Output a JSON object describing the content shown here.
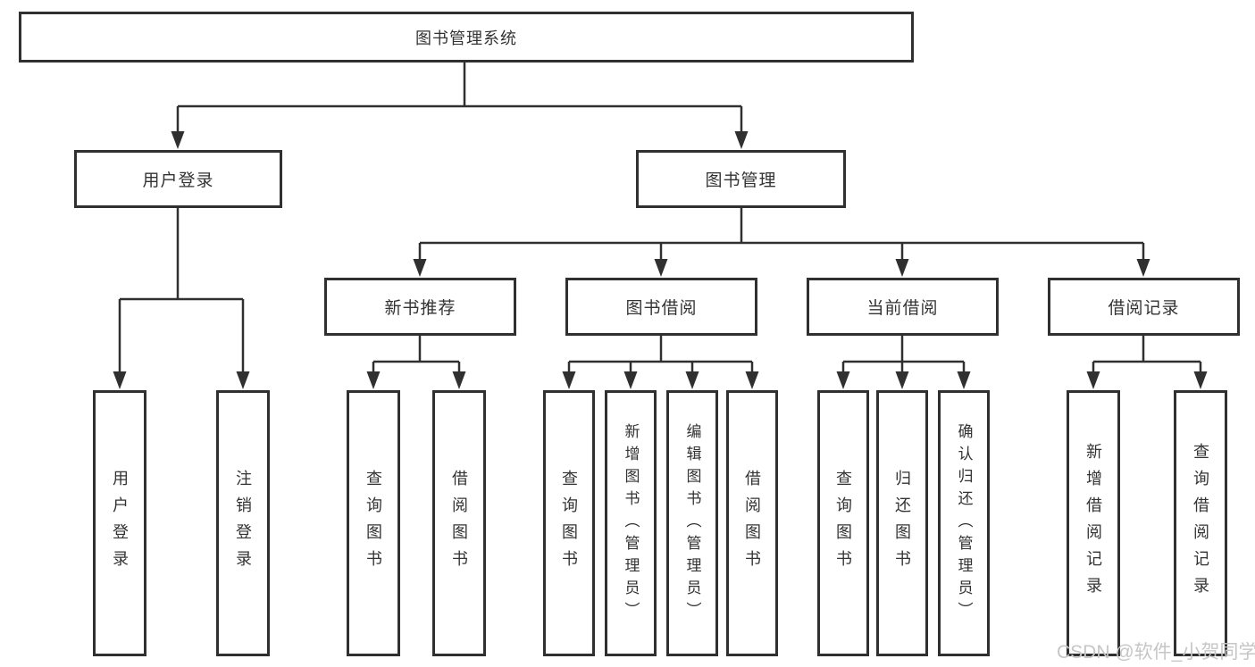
{
  "diagram": {
    "title": "图书管理系统",
    "branches": {
      "user_login": {
        "label": "用户登录",
        "children": [
          "用户登录",
          "注销登录"
        ]
      },
      "book_management": {
        "label": "图书管理",
        "sections": [
          {
            "label": "新书推荐",
            "children": [
              "查询图书",
              "借阅图书"
            ]
          },
          {
            "label": "图书借阅",
            "children": [
              "查询图书",
              "新增图书（管理员）",
              "编辑图书（管理员）",
              "借阅图书"
            ]
          },
          {
            "label": "当前借阅",
            "children": [
              "查询图书",
              "归还图书",
              "确认归还（管理员）"
            ]
          },
          {
            "label": "借阅记录",
            "children": [
              "新增借阅记录",
              "查询借阅记录"
            ]
          }
        ]
      }
    }
  },
  "watermark": {
    "text": "CSDN @软件_小贺同学",
    "color": "#c6c6c6"
  },
  "colors": {
    "line": "#303030",
    "text": "#333333",
    "background": "#ffffff"
  }
}
